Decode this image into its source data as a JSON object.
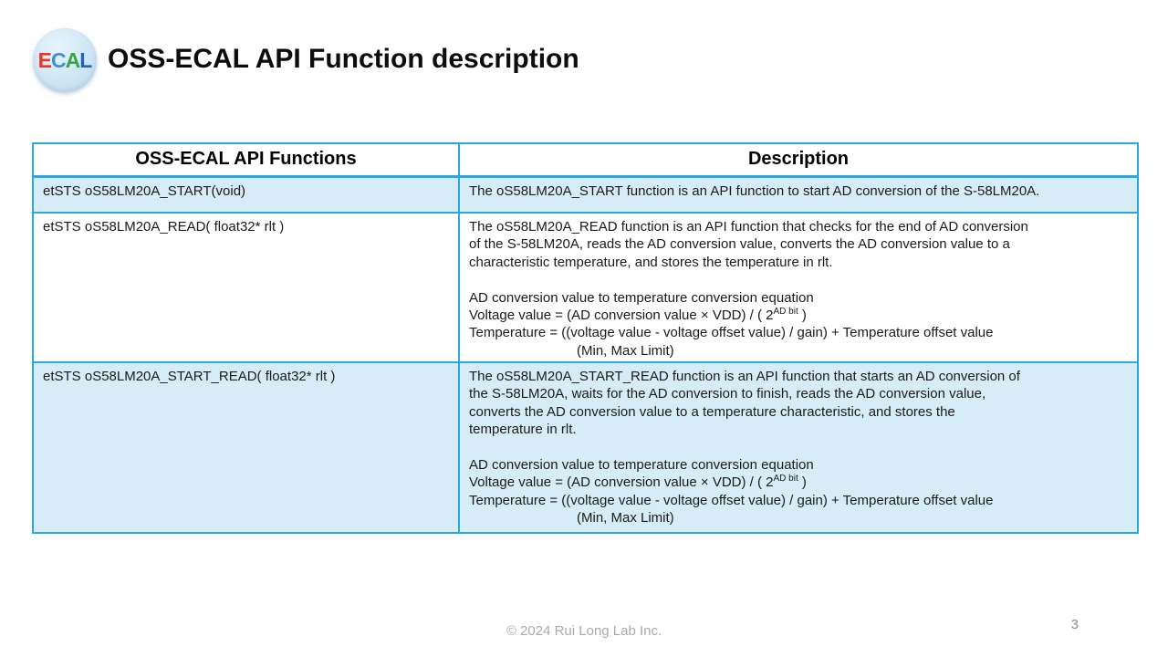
{
  "logo": {
    "e": "E",
    "c": "C",
    "a": "A",
    "l": "L"
  },
  "title": "OSS-ECAL API Function description",
  "colors": {
    "table_border": "#29a9de",
    "row_alt_background": "#d6edf8",
    "logo_background": "#cfe6f5",
    "logo_e": "#e8342c",
    "logo_c": "#3f8cdb",
    "logo_a": "#3aa544",
    "logo_l": "#2363c5",
    "footer_gray": "#a9a9a9"
  },
  "table": {
    "headers": {
      "functions": "OSS-ECAL API Functions",
      "description": "Description"
    },
    "rows": [
      {
        "function": "etSTS oS58LM20A_START(void)",
        "description": "The oS58LM20A_START function is an API function to start AD conversion of the S-58LM20A."
      },
      {
        "function": "etSTS oS58LM20A_READ( float32* rlt )",
        "description_para": "The oS58LM20A_READ function is an API function that checks for the end of AD conversion\nof the S-58LM20A, reads the AD conversion value, converts the AD conversion value to a\ncharacteristic temperature, and stores the temperature in rlt.",
        "equation": {
          "title": "AD conversion value to temperature conversion equation",
          "voltage_pre": "Voltage value = (AD conversion value × VDD) / ( 2",
          "voltage_sup": "AD bit",
          "voltage_post": " )",
          "temperature": "Temperature = ((voltage value - voltage offset value) / gain) + Temperature offset value",
          "limit": "(Min, Max Limit)"
        }
      },
      {
        "function": "etSTS oS58LM20A_START_READ( float32* rlt )",
        "description_para": "The oS58LM20A_START_READ function is an API function that starts an AD conversion of\nthe S-58LM20A, waits for the AD conversion to finish, reads the AD conversion value,\nconverts the AD conversion value to a temperature characteristic, and stores the\ntemperature in rlt.",
        "equation": {
          "title": "AD conversion value to temperature conversion equation",
          "voltage_pre": "Voltage value = (AD conversion value × VDD) / ( 2",
          "voltage_sup": "AD bit",
          "voltage_post": " )",
          "temperature": "Temperature = ((voltage value - voltage offset value) / gain) + Temperature offset value",
          "limit": "(Min, Max Limit)"
        }
      }
    ]
  },
  "footer": {
    "copyright": "© 2024 Rui Long Lab Inc.",
    "page_number": "3"
  }
}
